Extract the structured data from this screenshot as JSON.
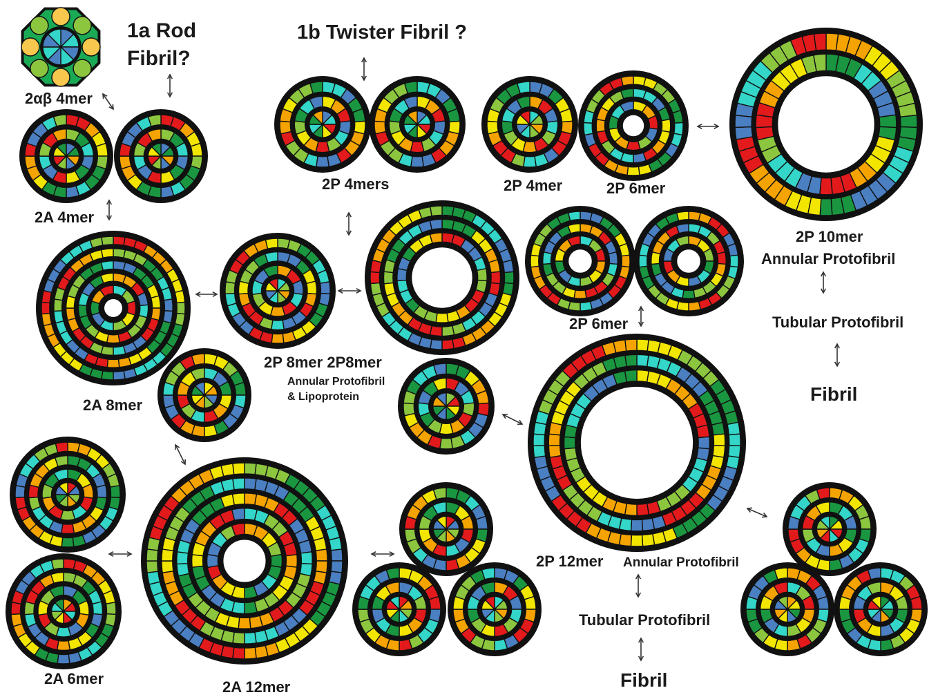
{
  "palette": {
    "red": "#e31a1c",
    "orange": "#f5a300",
    "yellow": "#f2e600",
    "lightgreen": "#8cc63f",
    "green": "#1a9641",
    "cyan": "#33d6c8",
    "blue": "#4a7fc1",
    "magenta": "#ff33ff",
    "pink": "#e87ae8",
    "outline": "#111111",
    "tetramer_fill": "#1aaa55",
    "tetramer_bead": "#f7c84d"
  },
  "labels": {
    "title_rod": [
      "1a Rod",
      "Fibril?"
    ],
    "title_twister": "1b  Twister Fibril ?",
    "l_2ab_4mer": "2αβ 4mer",
    "l_2a_4mer": "2A 4mer",
    "l_2p_4mers": "2P 4mers",
    "l_2p_4mer": "2P 4mer",
    "l_2p_6mer_top": "2P 6mer",
    "l_2p_10mer": "2P 10mer",
    "l_annular_10": "Annular Protofibril",
    "l_tubular_right": "Tubular Protofibril",
    "l_fibril_right": "Fibril",
    "l_2a_8mer": "2A 8mer",
    "l_2p_8mer_pair": "2P 8mer  2P8mer",
    "l_annular_lipo_1": "Annular Protofibril",
    "l_annular_lipo_2": "&  Lipoprotein",
    "l_2p_6mer_mid": "2P 6mer",
    "l_2p_12mer": "2P 12mer",
    "l_annular_12": "Annular Protofibril",
    "l_tubular_bottom": "Tubular Protofibril",
    "l_fibril_bottom": "Fibril",
    "l_2a_6mer": "2A 6mer",
    "l_2a_12mer": "2A 12mer"
  }
}
